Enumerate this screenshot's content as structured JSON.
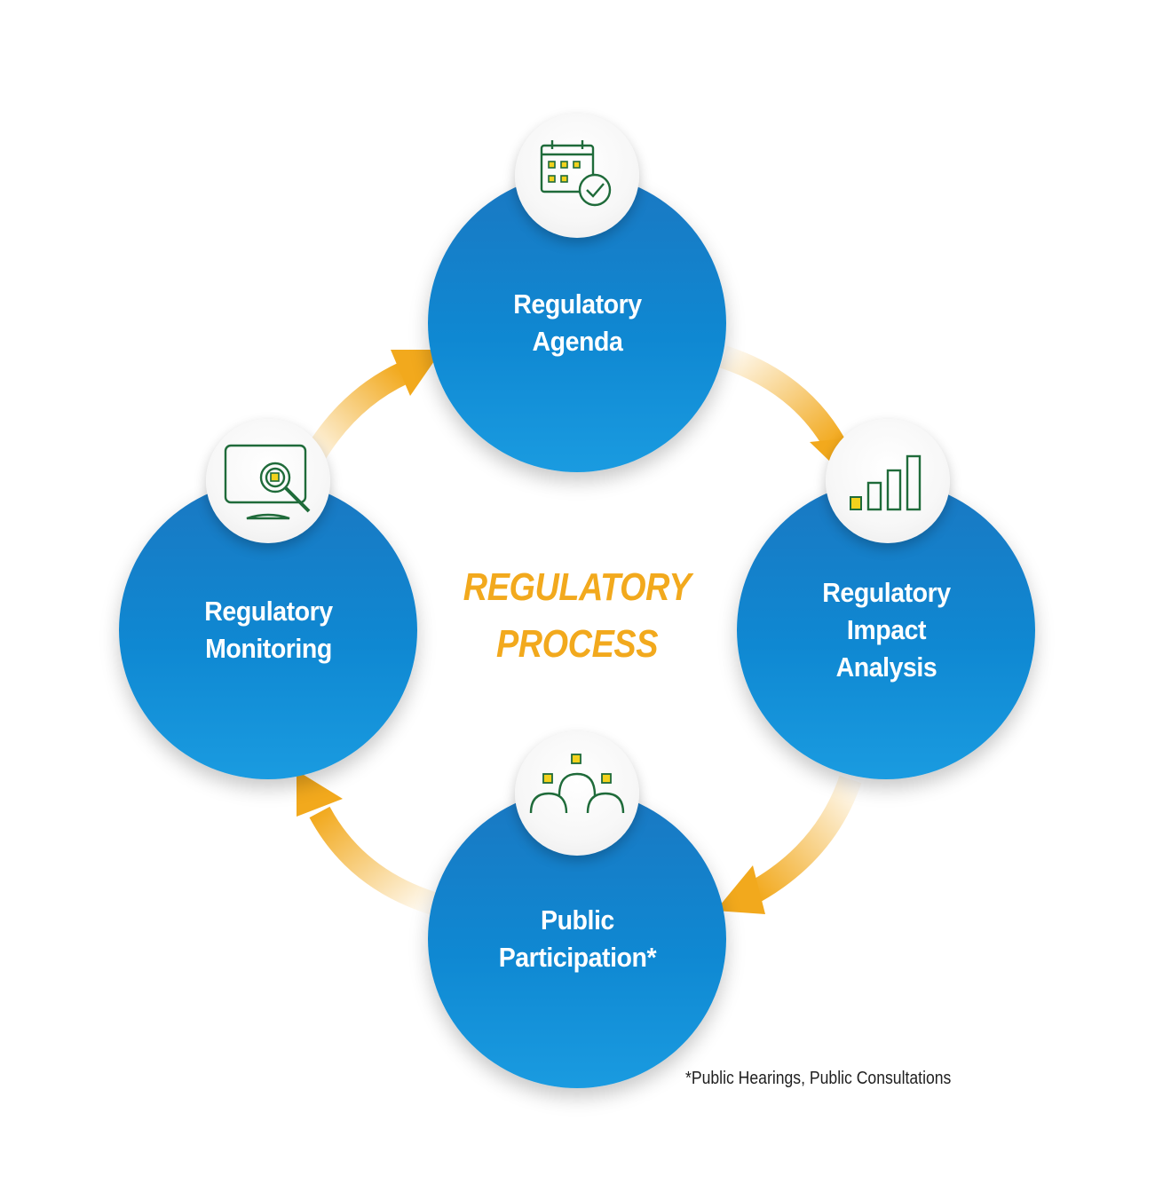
{
  "diagram": {
    "center_title": "REGULATORY\nPROCESS",
    "footnote": "*Public Hearings, Public Consultations",
    "nodes": [
      {
        "id": "agenda",
        "label": "Regulatory\nAgenda",
        "icon": "calendar-check-icon"
      },
      {
        "id": "impact",
        "label": "Regulatory\nImpact\nAnalysis",
        "icon": "bar-chart-icon"
      },
      {
        "id": "participation",
        "label": "Public\nParticipation*",
        "icon": "people-group-icon"
      },
      {
        "id": "monitoring",
        "label": "Regulatory\nMonitoring",
        "icon": "monitor-search-icon"
      }
    ],
    "flow": [
      "agenda",
      "impact",
      "participation",
      "monitoring",
      "agenda"
    ],
    "colors": {
      "circle": "#1a86cf",
      "arrow": "#f2a91d",
      "title": "#f2a91d",
      "icon_stroke": "#1f6b3a",
      "icon_accent": "#f2d21d"
    }
  }
}
